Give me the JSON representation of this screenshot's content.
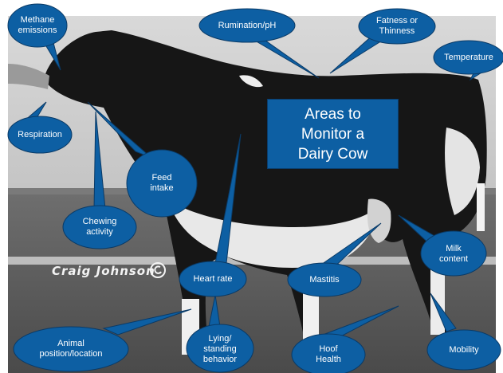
{
  "title": "Areas to\nMonitor a\nDairy Cow",
  "photo_credit": "Craig Johnson",
  "colors": {
    "callout_fill": "#0d5fa3",
    "callout_stroke": "#0a3a66",
    "title_fill": "#0d5fa3"
  },
  "callouts": {
    "methane_emissions": "Methane\nemissions",
    "rumination_ph": "Rumination/pH",
    "fatness_thinness": "Fatness or\nThinness",
    "temperature": "Temperature",
    "respiration": "Respiration",
    "feed_intake": "Feed\nintake",
    "chewing_activity": "Chewing\nactivity",
    "milk_content": "Milk\ncontent",
    "heart_rate": "Heart rate",
    "mastitis": "Mastitis",
    "animal_position": "Animal\nposition/location",
    "lying_standing": "Lying/\nstanding\nbehavior",
    "hoof_health": "Hoof\nHealth",
    "mobility": "Mobility"
  }
}
